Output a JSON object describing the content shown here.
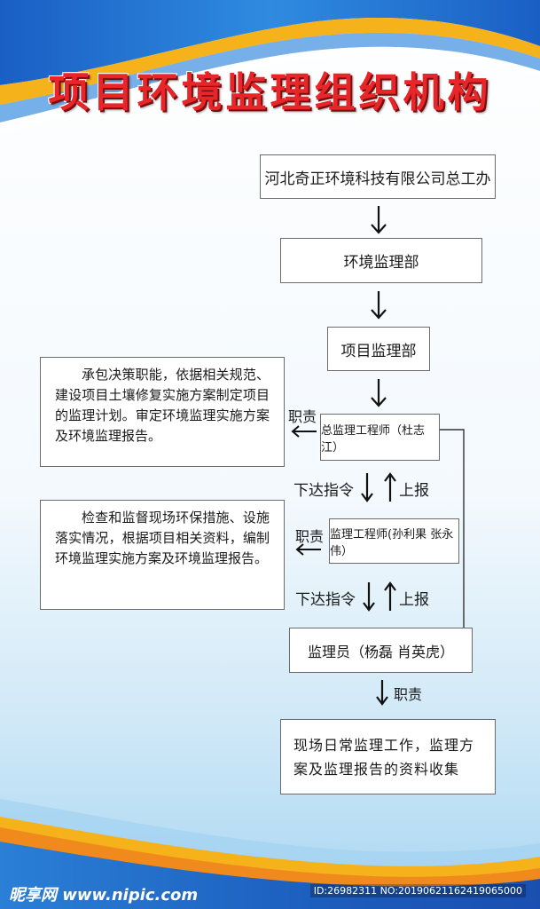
{
  "title": "项目环境监理组织机构",
  "nodes": {
    "company": "河北奇正环境科技有限公司总工办",
    "dept": "环境监理部",
    "project_dept": "项目监理部",
    "chief": "总监理工程师（杜志江）",
    "engineer": "监理工程师(孙利果 张永伟）",
    "supervisor": "监理员（杨磊 肖英虎）",
    "daily": "现场日常监理工作，监理方案及监理报告的资料收集"
  },
  "descriptions": {
    "chief_duty": "承包决策职能，依据相关规范、建设项目土壤修复实施方案制定项目的监理计划。审定环境监理实施方案及环境监理报告。",
    "engineer_duty": "检查和监督现场环保措施、设施落实情况，根据项目相关资料，编制环境监理实施方案及环境监理报告。"
  },
  "labels": {
    "duty": "职责",
    "issue_order": "下达指令",
    "report_up": "上报"
  },
  "footer": {
    "logo": "昵享网 www.nipic.com",
    "id": "ID:26982311 NO:20190621162419065000"
  },
  "colors": {
    "title_red": "#e8262a",
    "wave_blue": "#1f6fd0",
    "wave_yellow": "#f5b21b"
  }
}
